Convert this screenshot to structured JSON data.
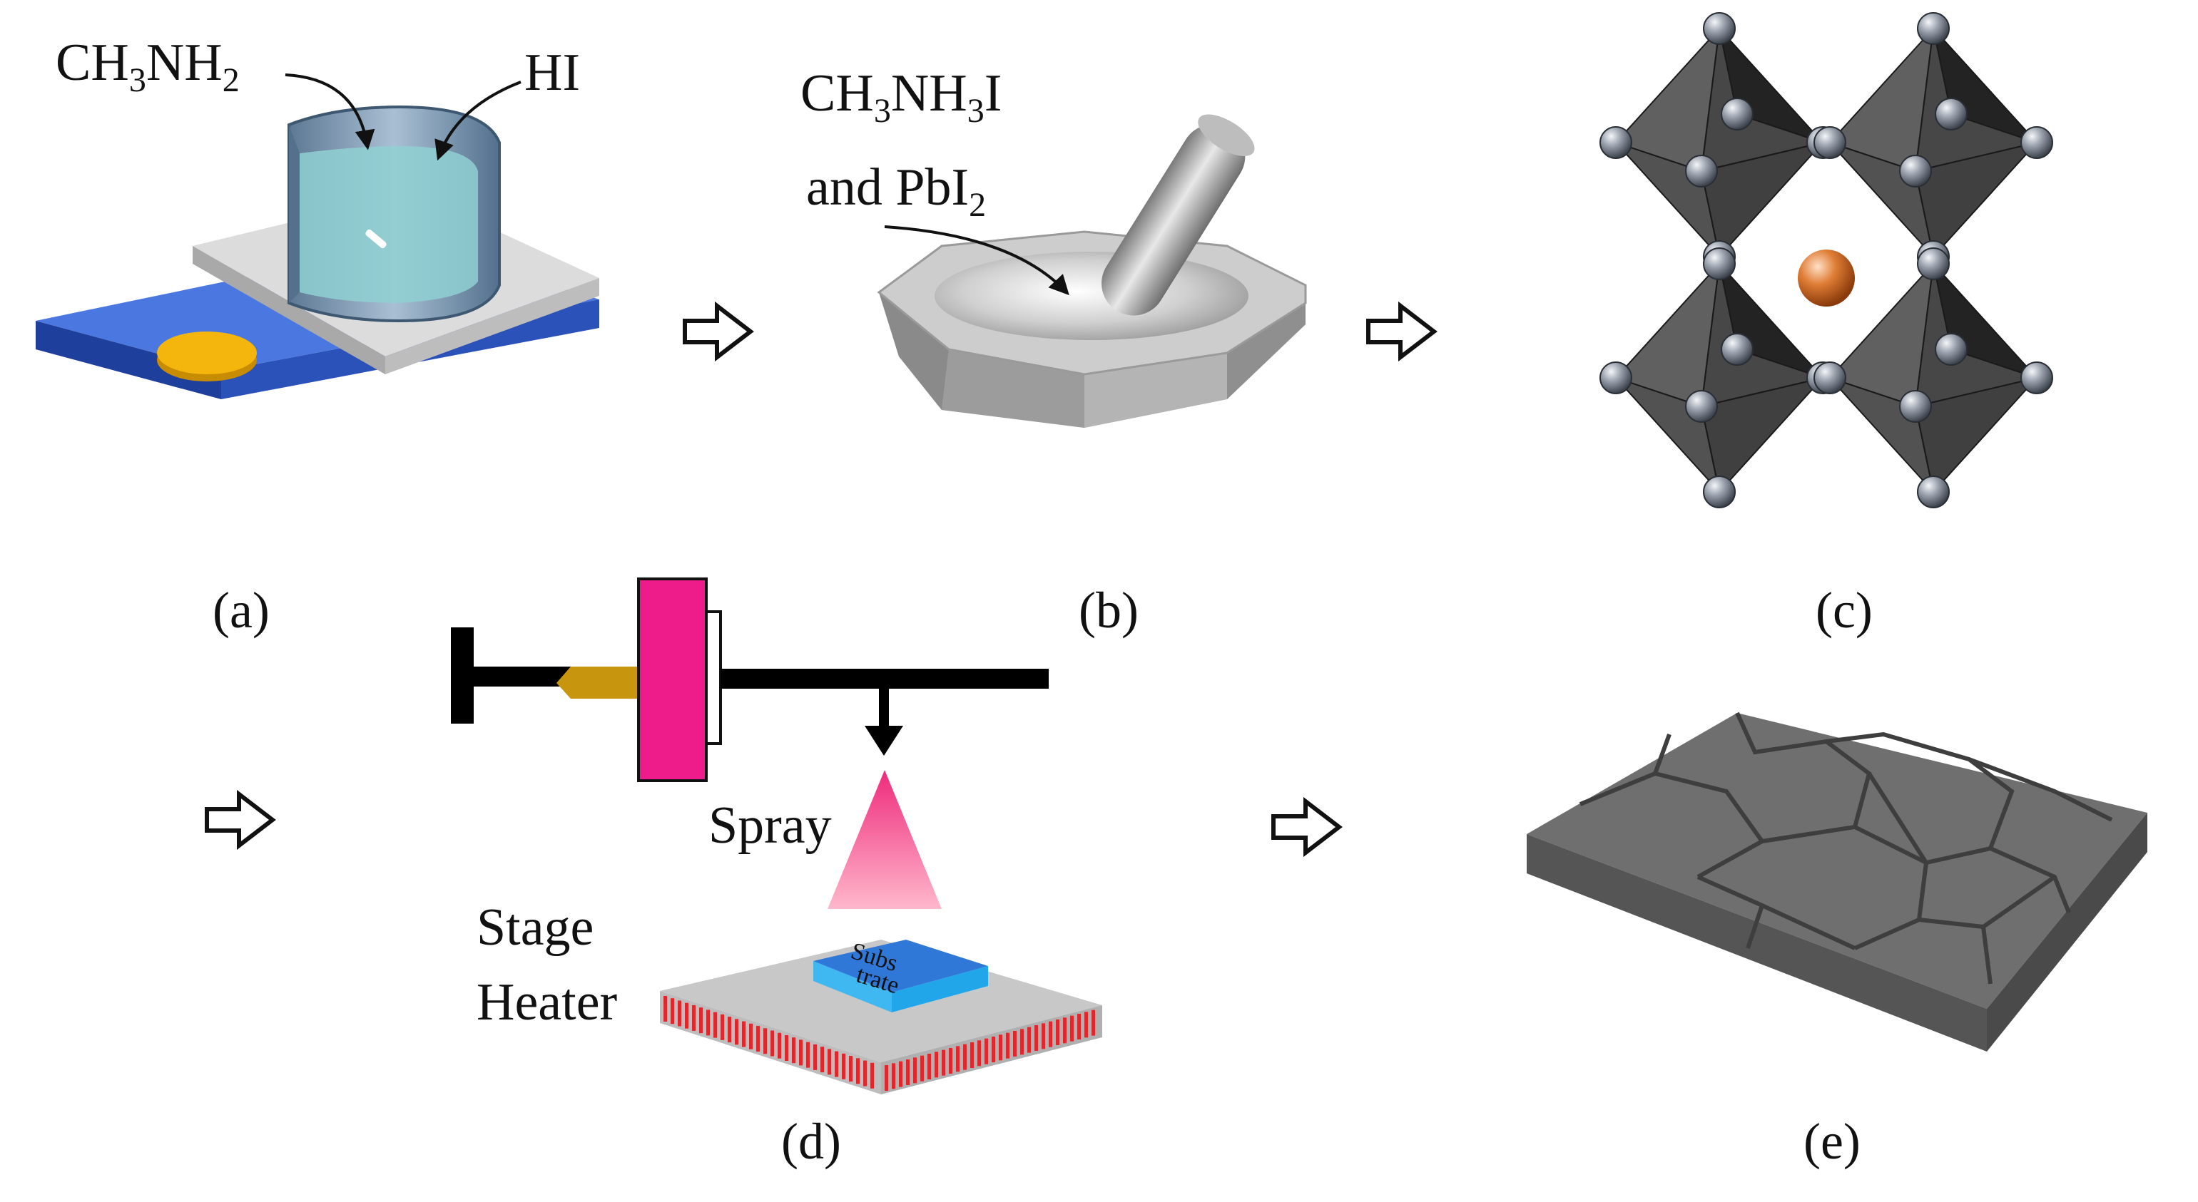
{
  "panels": {
    "a": {
      "caption": "(a)",
      "chem_left": {
        "main": "CH",
        "sub1": "3",
        "mid": "NH",
        "sub2": "2"
      },
      "chem_right": "HI"
    },
    "b": {
      "caption": "(b)",
      "chem_line1": {
        "main": "CH",
        "sub1": "3",
        "mid": "NH",
        "sub2": "3",
        "end": "I"
      },
      "chem_line2": {
        "pre": "and PbI",
        "sub": "2"
      }
    },
    "c": {
      "caption": "(c)"
    },
    "d": {
      "caption": "(d)",
      "spray_label": "Spray",
      "stage_label_1": "Stage",
      "stage_label_2": "Heater",
      "substrate_label_1": "Subs",
      "substrate_label_2": "trate"
    },
    "e": {
      "caption": "(e)"
    }
  },
  "icons": {
    "process_arrow": "hollow-right-arrow-icon",
    "spray_down_arrow": "down-arrow-icon"
  },
  "colors": {
    "stirrer_base": "#2f59c4",
    "stirrer_knob": "#f2b60a",
    "hot_plate": "#d9d9d9",
    "beaker": "#7f9bb4",
    "liquid": "#88c9cc",
    "mortar": "#a8a8a8",
    "octahedra": "#3c3c3c",
    "halide_atom": "#8e95a2",
    "cation_atom": "#d06a26",
    "nozzle": "#ee1b8a",
    "syringe_tip": "#c8950f",
    "spray_top": "#ee2a7b",
    "spray_bottom": "#ffb2c8",
    "substrate": "#2f78d8",
    "heater_stripes": "#e2262b",
    "film": "#6c6c6c"
  }
}
